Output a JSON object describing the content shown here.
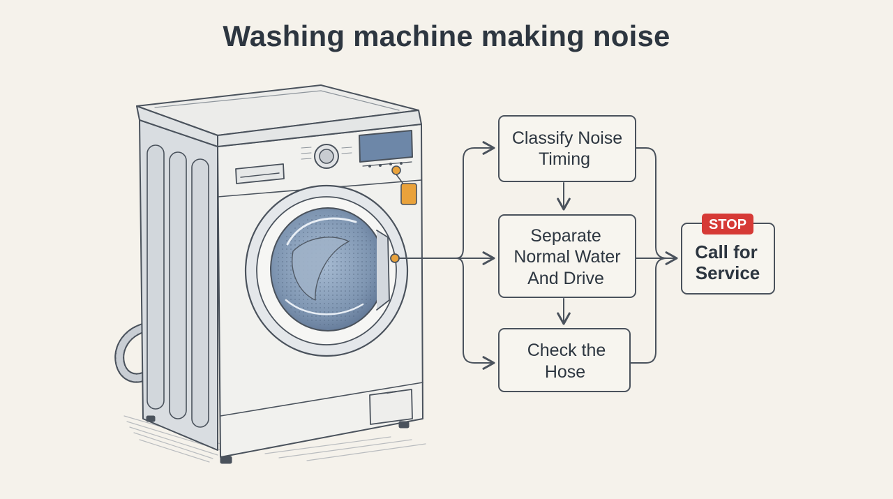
{
  "title": "Washing machine making noise",
  "steps": {
    "classify": [
      "Classify Noise",
      "Timing"
    ],
    "separate": [
      "Separate",
      "Normal Water",
      "And Drive"
    ],
    "hose": [
      "Check the",
      "Hose"
    ],
    "service": [
      "Call for",
      "Service"
    ]
  },
  "stop_badge": "STOP",
  "colors": {
    "background": "#f5f2eb",
    "line": "#4a525c",
    "accent_orange": "#e9a23b",
    "stop_red": "#d63a36",
    "display_blue": "#6d87a8",
    "drum_blue": "#8aa0bb"
  }
}
